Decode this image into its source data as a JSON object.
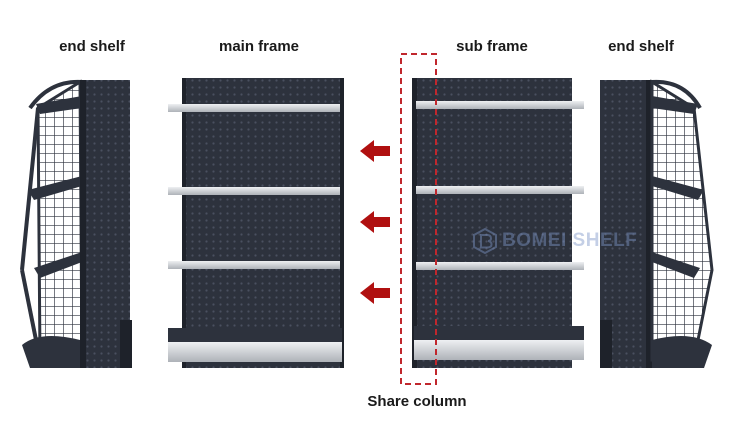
{
  "labels": {
    "end_shelf_left": "end shelf",
    "main_frame": "main frame",
    "sub_frame": "sub frame",
    "end_shelf_right": "end shelf",
    "share_column": "Share column"
  },
  "watermark": {
    "text": "BOMEI SHELF"
  },
  "colors": {
    "frame": "#2d323d",
    "frame_dark": "#1e222a",
    "shelf_edge": "#c9ccd1",
    "shelf_highlight": "#eef0f2",
    "arrow": "#b01010",
    "dashed_box": "#c0272d",
    "watermark": "#7d96c8"
  },
  "icons": {
    "arrow": "arrow-left-icon",
    "logo": "bomei-logo-icon"
  }
}
